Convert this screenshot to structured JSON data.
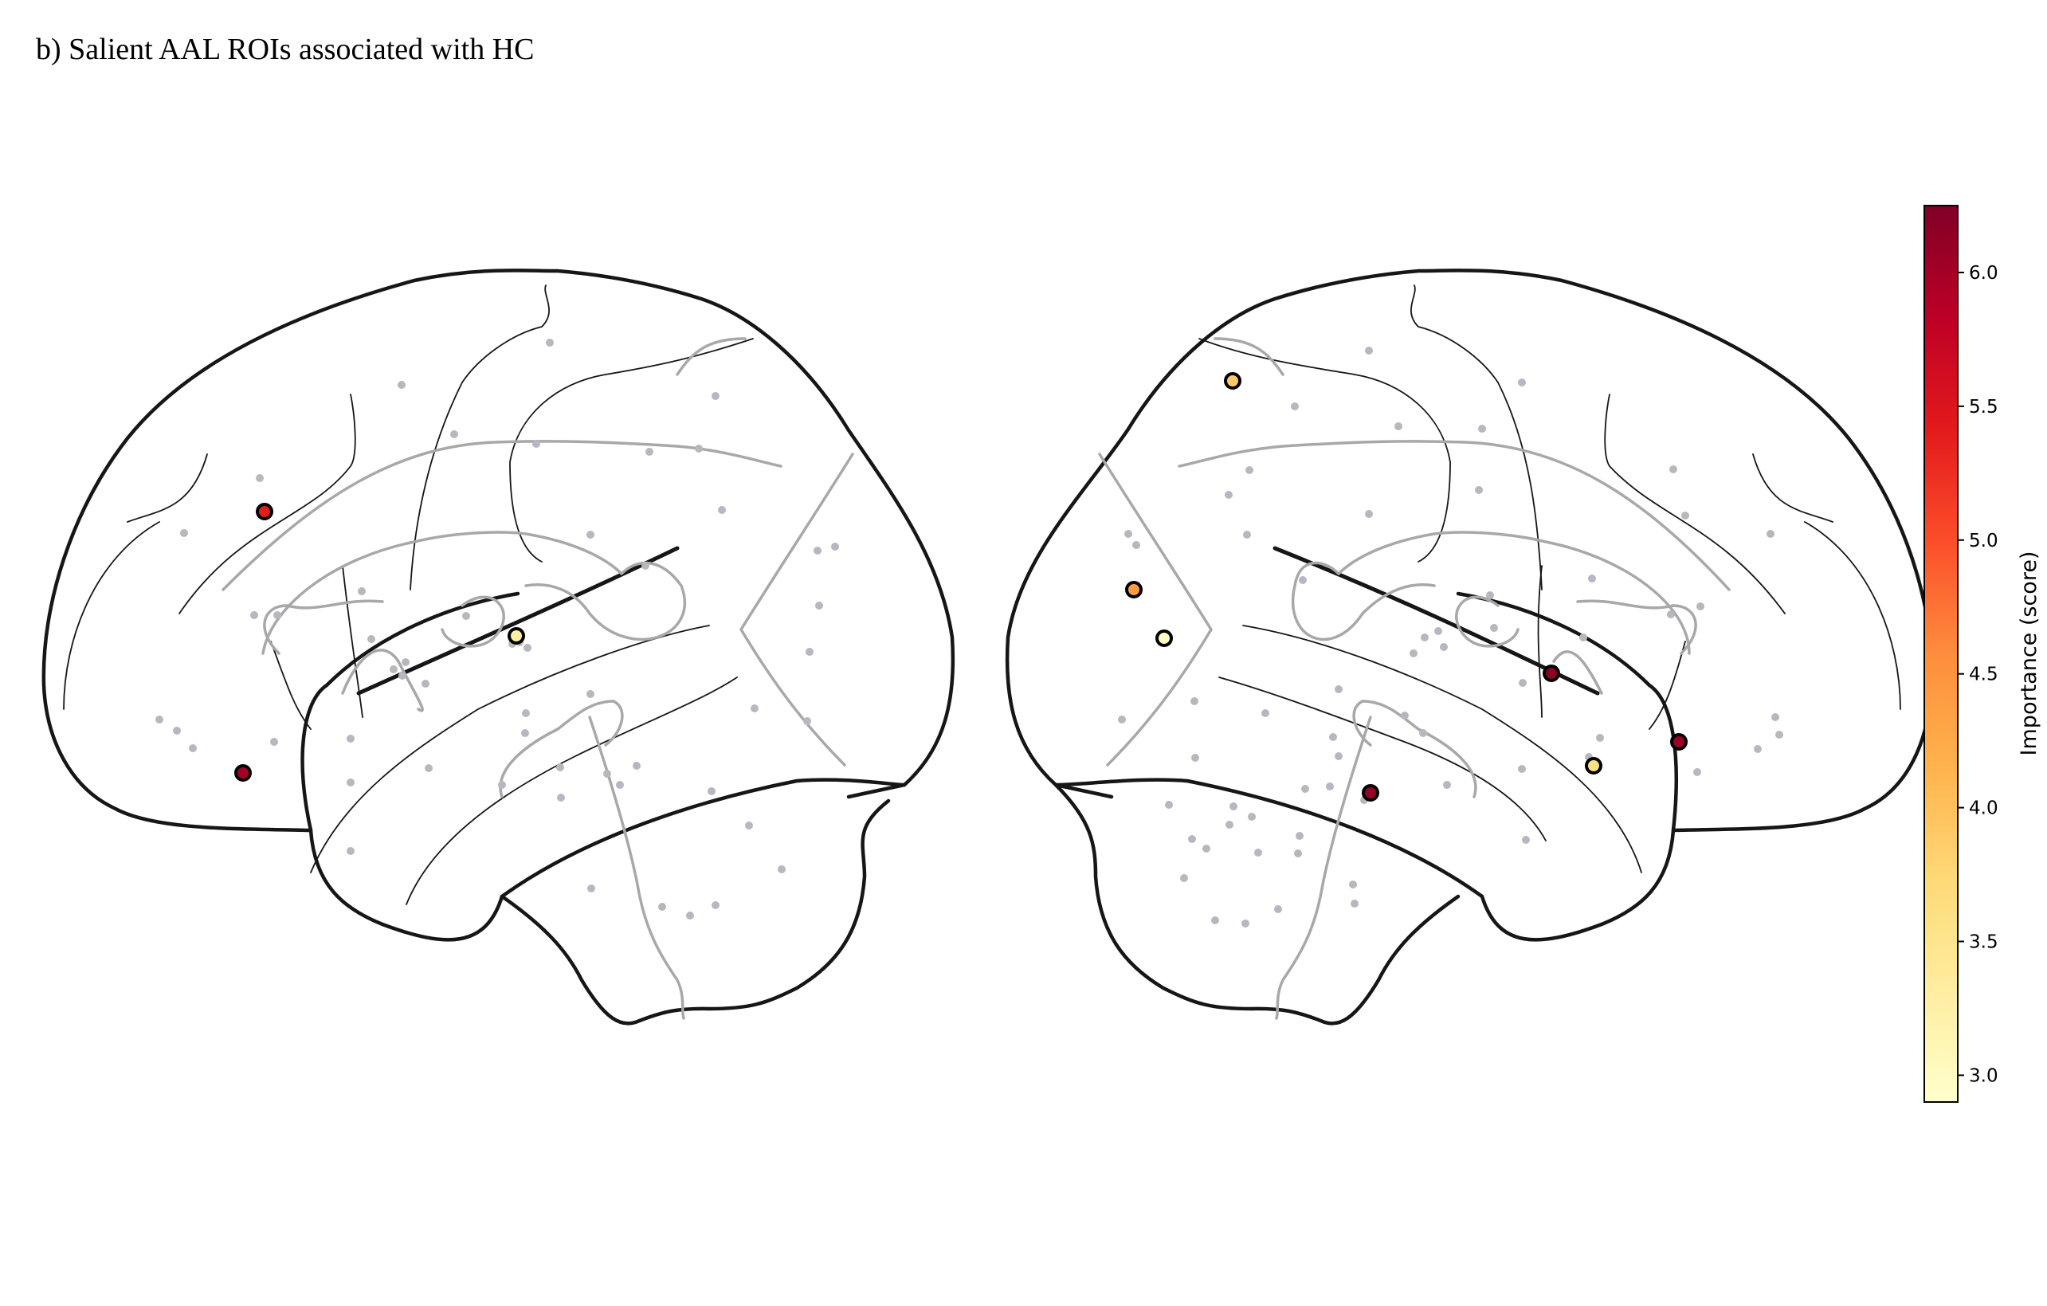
{
  "title": "b) Salient AAL ROIs associated with HC",
  "colorbar": {
    "label": "Importance (score)",
    "min": 2.9,
    "max": 6.25,
    "ticks": [
      "3.0",
      "3.5",
      "4.0",
      "4.5",
      "5.0",
      "5.5",
      "6.0"
    ],
    "colormap": "YlOrRd",
    "stops": [
      "#ffffcc",
      "#ffeda0",
      "#fed976",
      "#feb24c",
      "#fd8d3c",
      "#fc4e2a",
      "#e31a1c",
      "#bd0026",
      "#800026"
    ]
  },
  "views": [
    "left-lateral",
    "right-lateral"
  ],
  "salient_rois": {
    "left": [
      {
        "score": 5.4
      },
      {
        "score": 6.0
      },
      {
        "score": 3.3
      }
    ],
    "right": [
      {
        "score": 3.9
      },
      {
        "score": 4.4
      },
      {
        "score": 3.0
      },
      {
        "score": 6.2
      },
      {
        "score": 6.05
      },
      {
        "score": 3.6
      },
      {
        "score": 6.1
      }
    ]
  }
}
